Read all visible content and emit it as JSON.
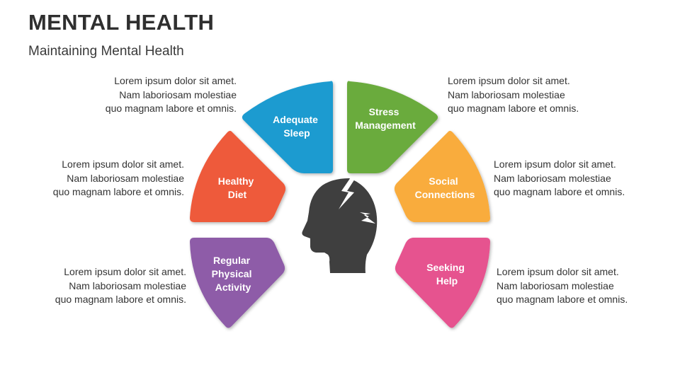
{
  "header": {
    "title": "MENTAL HEALTH",
    "subtitle": "Maintaining Mental Health"
  },
  "segments": [
    {
      "key": "adequate-sleep",
      "label_lines": [
        "Adequate",
        "Sleep"
      ],
      "color": "#1a9bd0",
      "description": [
        "Lorem ipsum dolor sit amet.",
        "Nam laboriosam molestiae",
        "quo magnam labore et omnis."
      ]
    },
    {
      "key": "stress-management",
      "label_lines": [
        "Stress",
        "Management"
      ],
      "color": "#6aab3d",
      "description": [
        "Lorem ipsum dolor sit amet.",
        "Nam laboriosam molestiae",
        "quo magnam labore et omnis."
      ]
    },
    {
      "key": "healthy-diet",
      "label_lines": [
        "Healthy",
        "Diet"
      ],
      "color": "#ee5a3b",
      "description": [
        "Lorem ipsum dolor sit amet.",
        "Nam laboriosam molestiae",
        "quo magnam labore et omnis."
      ]
    },
    {
      "key": "social-connections",
      "label_lines": [
        "Social",
        "Connections"
      ],
      "color": "#f9ac3d",
      "description": [
        "Lorem ipsum dolor sit amet.",
        "Nam laboriosam molestiae",
        "quo magnam labore et omnis."
      ]
    },
    {
      "key": "regular-physical-activity",
      "label_lines": [
        "Regular",
        "Physical",
        "Activity"
      ],
      "color": "#8e5ca8",
      "description": [
        "Lorem ipsum dolor sit amet.",
        "Nam laboriosam molestiae",
        "quo magnam labore et omnis."
      ]
    },
    {
      "key": "seeking-help",
      "label_lines": [
        "Seeking",
        "Help"
      ],
      "color": "#e6528f",
      "description": [
        "Lorem ipsum dolor sit amet.",
        "Nam laboriosam molestiae",
        "quo magnam labore et omnis."
      ]
    }
  ],
  "center_icon": "broken-head-icon",
  "head_color": "#3f3f3f"
}
